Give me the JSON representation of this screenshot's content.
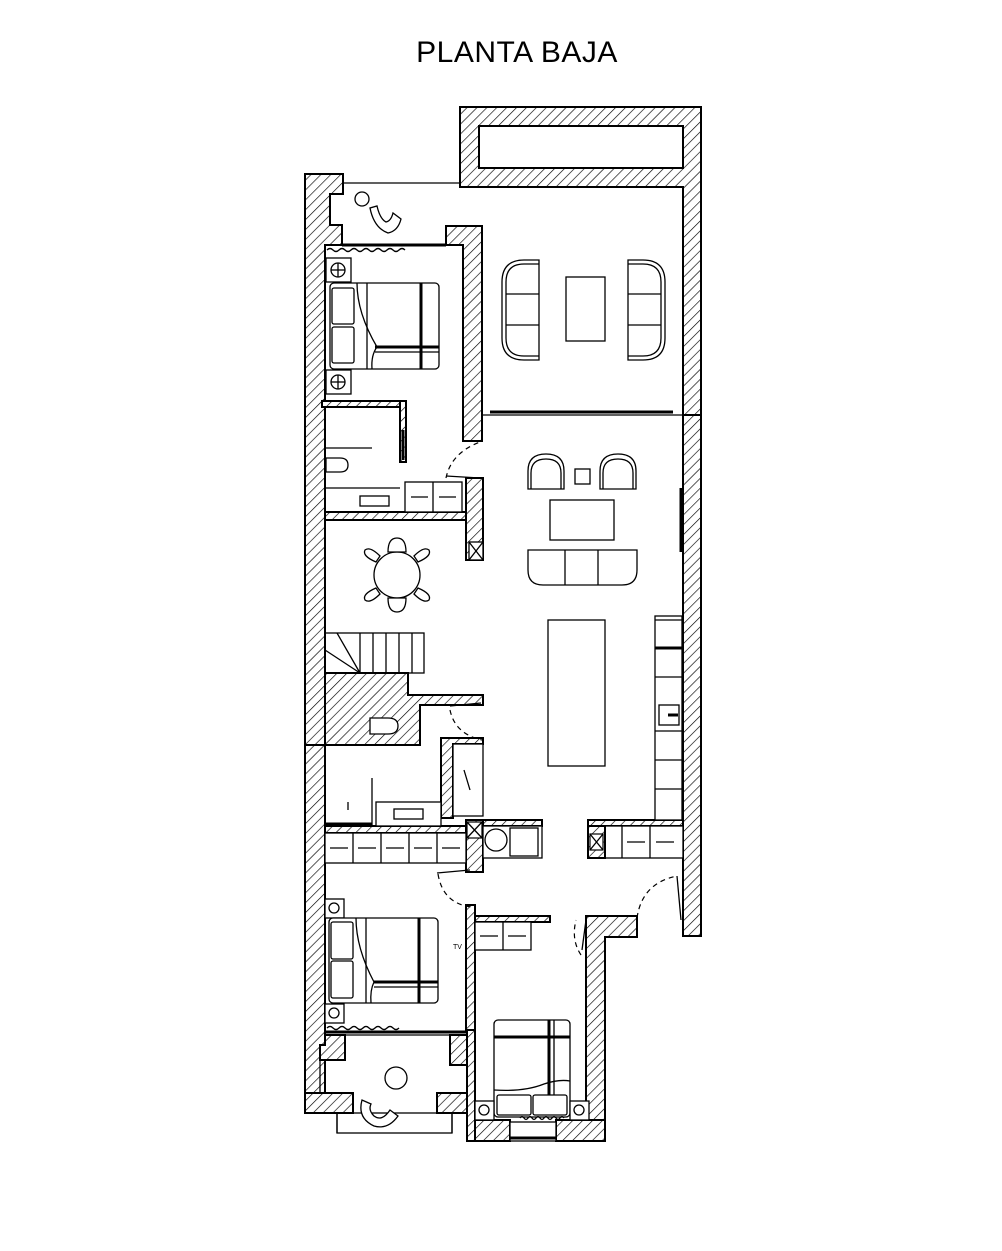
{
  "title": "PLANTA BAJA",
  "labels": {
    "tv": "TV"
  },
  "rooms": [
    {
      "name": "terrace-top",
      "furniture": [
        "armchair",
        "side-table"
      ]
    },
    {
      "name": "bedroom-1",
      "furniture": [
        "double-bed",
        "nightstand",
        "nightstand",
        "wardrobe-curtain"
      ]
    },
    {
      "name": "living-room",
      "furniture": [
        "sofa",
        "sofa",
        "coffee-table"
      ]
    },
    {
      "name": "bathroom-1",
      "furniture": [
        "shower",
        "toilet",
        "sink",
        "cabinet"
      ]
    },
    {
      "name": "lounge",
      "furniture": [
        "armchair",
        "armchair",
        "side-table",
        "coffee-table",
        "three-seat-sofa",
        "tv-panel"
      ]
    },
    {
      "name": "dining",
      "furniture": [
        "round-table",
        "chair-x6"
      ]
    },
    {
      "name": "staircase",
      "furniture": [
        "stairs"
      ]
    },
    {
      "name": "kitchen",
      "furniture": [
        "island",
        "tall-cabinets",
        "oven",
        "counter"
      ]
    },
    {
      "name": "bathroom-2",
      "furniture": [
        "toilet",
        "shower",
        "sink",
        "wardrobe"
      ]
    },
    {
      "name": "laundry",
      "furniture": [
        "washer",
        "dryer"
      ]
    },
    {
      "name": "bedroom-2",
      "furniture": [
        "double-bed",
        "nightstand",
        "nightstand",
        "wardrobe-curtain"
      ]
    },
    {
      "name": "bedroom-3",
      "furniture": [
        "double-bed",
        "nightstand",
        "nightstand",
        "wardrobe"
      ]
    },
    {
      "name": "terrace-bottom",
      "furniture": [
        "armchair",
        "side-table"
      ]
    }
  ]
}
